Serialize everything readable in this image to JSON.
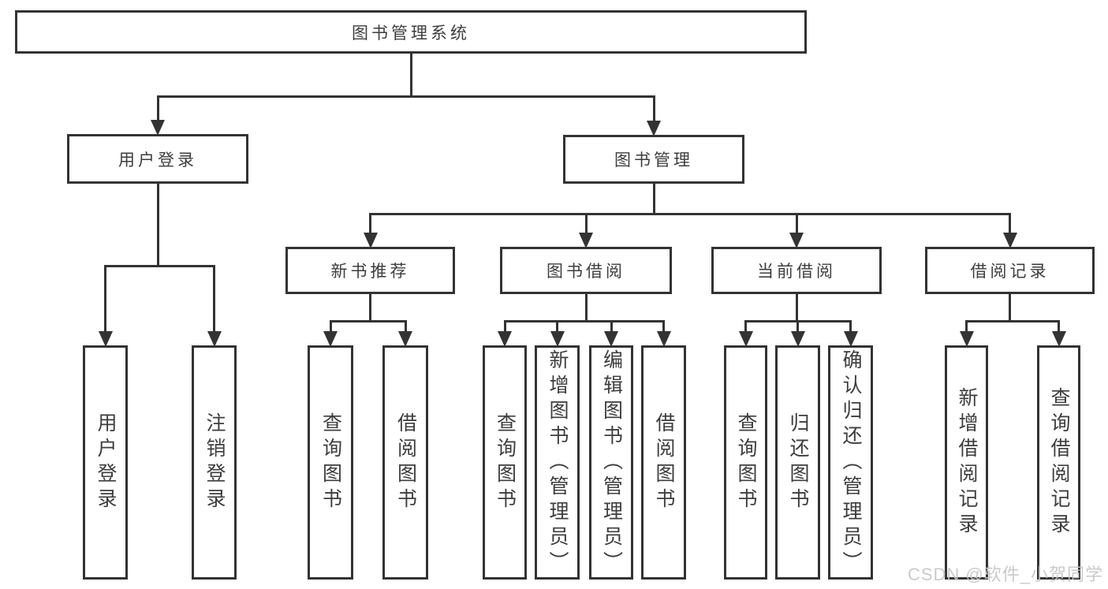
{
  "diagram": {
    "title": "图书管理系统",
    "nodes": [
      {
        "id": "root",
        "label": "图书管理系统",
        "level": 1,
        "orientation": "horizontal"
      },
      {
        "id": "user-login-branch",
        "label": "用户登录",
        "level": 2,
        "orientation": "horizontal"
      },
      {
        "id": "book-mgmt",
        "label": "图书管理",
        "level": 2,
        "orientation": "horizontal"
      },
      {
        "id": "new-book-rec",
        "label": "新书推荐",
        "level": 3,
        "orientation": "horizontal"
      },
      {
        "id": "book-borrow",
        "label": "图书借阅",
        "level": 3,
        "orientation": "horizontal"
      },
      {
        "id": "current-borrow",
        "label": "当前借阅",
        "level": 3,
        "orientation": "horizontal"
      },
      {
        "id": "borrow-records",
        "label": "借阅记录",
        "level": 3,
        "orientation": "horizontal"
      },
      {
        "id": "user-login",
        "label": "用户登录",
        "level": 4,
        "orientation": "vertical"
      },
      {
        "id": "logout",
        "label": "注销登录",
        "level": 4,
        "orientation": "vertical"
      },
      {
        "id": "query-books-rec",
        "label": "查询图书",
        "level": 4,
        "orientation": "vertical"
      },
      {
        "id": "borrow-books-rec",
        "label": "借阅图书",
        "level": 4,
        "orientation": "vertical"
      },
      {
        "id": "query-books-borrow",
        "label": "查询图书",
        "level": 4,
        "orientation": "vertical"
      },
      {
        "id": "add-book-admin",
        "label": "新增图书（管理员）",
        "level": 4,
        "orientation": "vertical"
      },
      {
        "id": "edit-book-admin",
        "label": "编辑图书（管理员）",
        "level": 4,
        "orientation": "vertical"
      },
      {
        "id": "borrow-books-borrow",
        "label": "借阅图书",
        "level": 4,
        "orientation": "vertical"
      },
      {
        "id": "query-books-current",
        "label": "查询图书",
        "level": 4,
        "orientation": "vertical"
      },
      {
        "id": "return-book",
        "label": "归还图书",
        "level": 4,
        "orientation": "vertical"
      },
      {
        "id": "confirm-return-admin",
        "label": "确认归还（管理员）",
        "level": 4,
        "orientation": "vertical"
      },
      {
        "id": "add-borrow-record",
        "label": "新增借阅记录",
        "level": 4,
        "orientation": "vertical"
      },
      {
        "id": "query-borrow-record",
        "label": "查询借阅记录",
        "level": 4,
        "orientation": "vertical"
      }
    ],
    "edges": [
      {
        "from": "root",
        "to": [
          "user-login-branch",
          "book-mgmt"
        ]
      },
      {
        "from": "user-login-branch",
        "to": [
          "user-login",
          "logout"
        ]
      },
      {
        "from": "book-mgmt",
        "to": [
          "new-book-rec",
          "book-borrow",
          "current-borrow",
          "borrow-records"
        ]
      },
      {
        "from": "new-book-rec",
        "to": [
          "query-books-rec",
          "borrow-books-rec"
        ]
      },
      {
        "from": "book-borrow",
        "to": [
          "query-books-borrow",
          "add-book-admin",
          "edit-book-admin",
          "borrow-books-borrow"
        ]
      },
      {
        "from": "current-borrow",
        "to": [
          "query-books-current",
          "return-book",
          "confirm-return-admin"
        ]
      },
      {
        "from": "borrow-records",
        "to": [
          "add-borrow-record",
          "query-borrow-record"
        ]
      }
    ],
    "watermark": "CSDN @软件_小贺同学",
    "colors": {
      "line": "#333333",
      "text": "#3d3d3d",
      "background": "#ffffff",
      "watermark": "#c6c6c6"
    }
  }
}
